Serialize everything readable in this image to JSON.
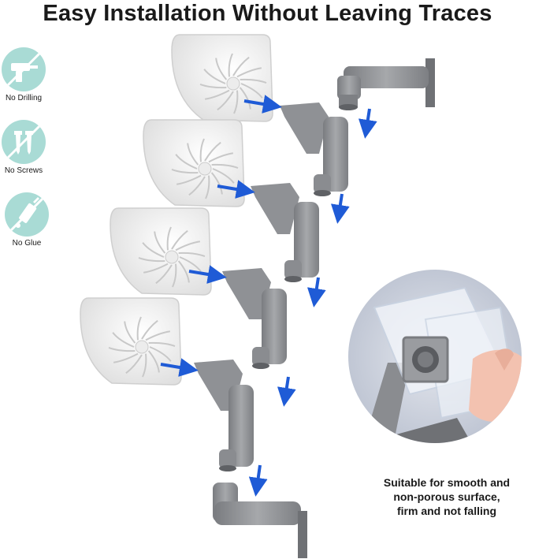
{
  "title": "Easy Installation Without Leaving Traces",
  "badges": [
    {
      "label": "No Drilling",
      "icon": "drill-icon"
    },
    {
      "label": "No Screws",
      "icon": "screws-icon"
    },
    {
      "label": "No Glue",
      "icon": "glue-icon"
    }
  ],
  "caption_lines": [
    "Suitable for smooth and",
    "non-porous surface,",
    "firm and not falling"
  ],
  "colors": {
    "badge_bg": "#a9dbd5",
    "arrow_blue": "#1f5bd6",
    "part_gray": "#8d8f92",
    "fan_white": "#f2f2f2"
  }
}
